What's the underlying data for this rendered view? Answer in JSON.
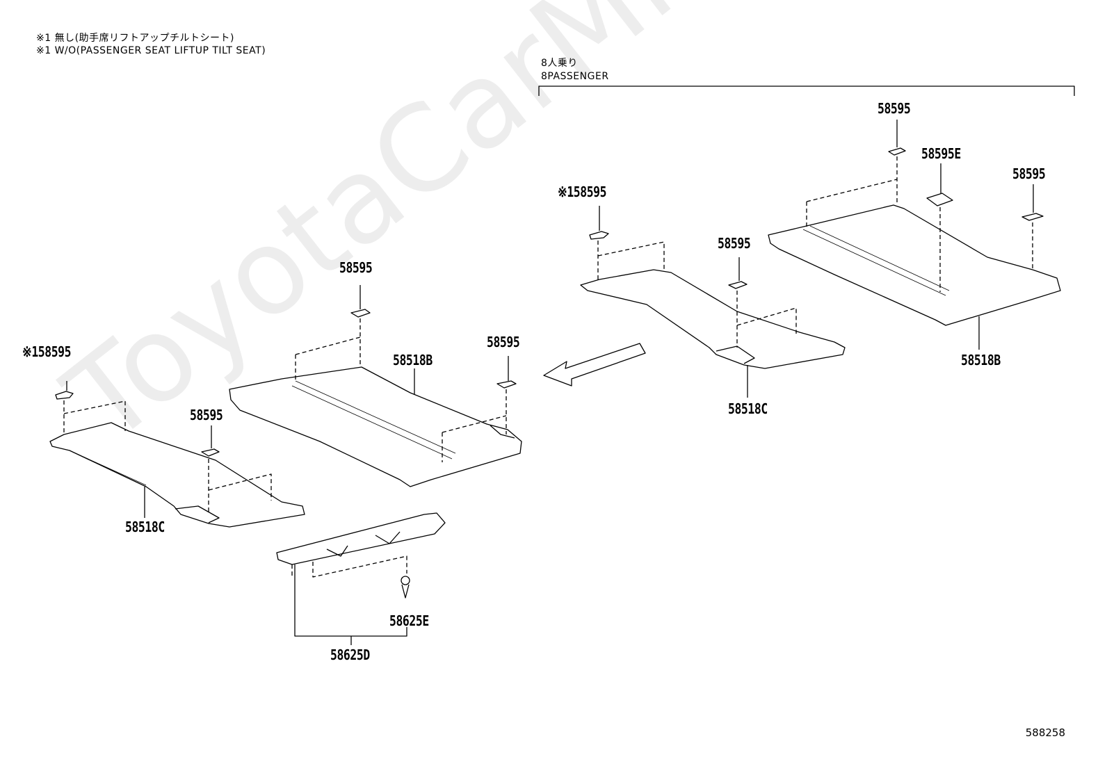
{
  "notes": {
    "line1": "※1 無し(助手席リフトアップチルトシート)",
    "line2": "※1 W/O(PASSENGER SEAT LIFTUP TILT SEAT)"
  },
  "variant": {
    "line1": "8人乗り",
    "line2": "8PASSENGER"
  },
  "labels": {
    "left_note_58595": "※158595",
    "left_58595_mid": "58595",
    "left_58595_top": "58595",
    "left_58595_right": "58595",
    "left_58518B": "58518B",
    "left_58518C": "58518C",
    "left_58625E": "58625E",
    "left_58625D": "58625D",
    "right_note_58595": "※158595",
    "right_58595_mid": "58595",
    "right_58595_top": "58595",
    "right_58595E": "58595E",
    "right_58595_far": "58595",
    "right_58518B": "58518B",
    "right_58518C": "58518C"
  },
  "watermark": "ToyotaCarMine.ru",
  "diagram_code": "588258"
}
